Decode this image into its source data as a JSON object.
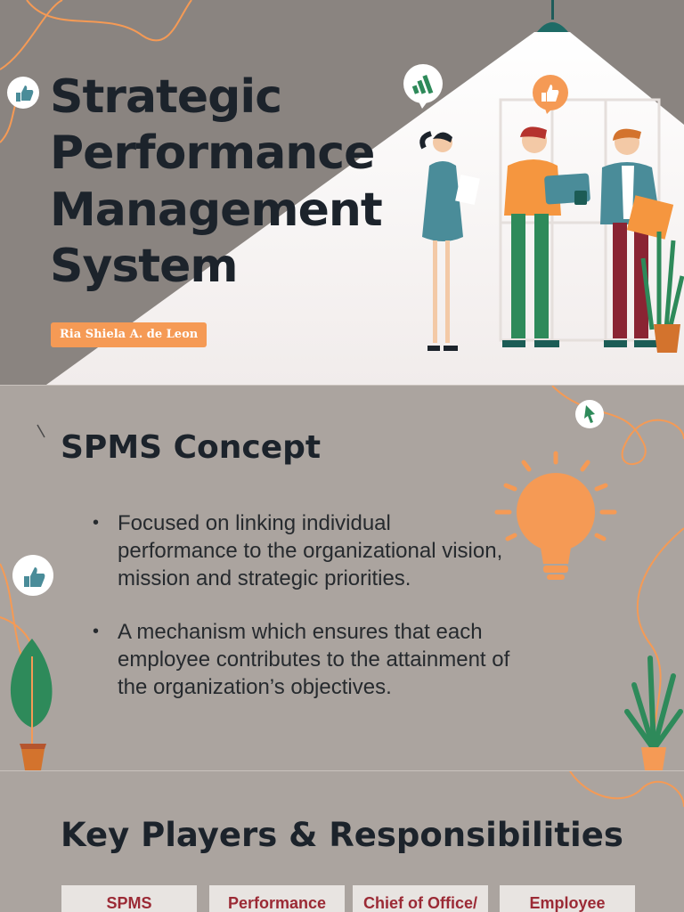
{
  "slide1": {
    "title_lines": [
      "Strategic",
      "Performance",
      "Management",
      "System"
    ],
    "author": "Ria Shiela A. de Leon"
  },
  "slide2": {
    "heading": "SPMS Concept",
    "bullets": [
      "Focused on linking individual performance to the organizational vision, mission and strategic priorities.",
      "A mechanism which ensures that each employee contributes to the attainment of the organization’s objectives."
    ]
  },
  "slide3": {
    "heading": "Key Players & Responsibilities",
    "cards": [
      "SPMS",
      "Performance",
      "Chief of Office/",
      "Employee"
    ]
  },
  "colors": {
    "slide1_bg": "#8a8480",
    "slide2_bg": "#aba49f",
    "accent_orange": "#f59a55",
    "title_dark": "#1c232b",
    "card_text": "#9b2a35",
    "teal": "#4a8c99",
    "green": "#2e8a5a"
  },
  "icons": [
    "thumbs-up-icon",
    "bar-chart-icon",
    "cursor-icon",
    "lightbulb-icon",
    "plant-icon"
  ]
}
